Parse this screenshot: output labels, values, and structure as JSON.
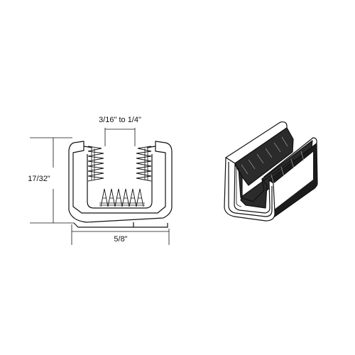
{
  "dimensions": {
    "gap": "3/16\" to 1/4\"",
    "height": "17/32\"",
    "width": "5/8\""
  },
  "colors": {
    "ink": "#111111",
    "paper": "#ffffff",
    "pile": "#2b2b2b"
  }
}
